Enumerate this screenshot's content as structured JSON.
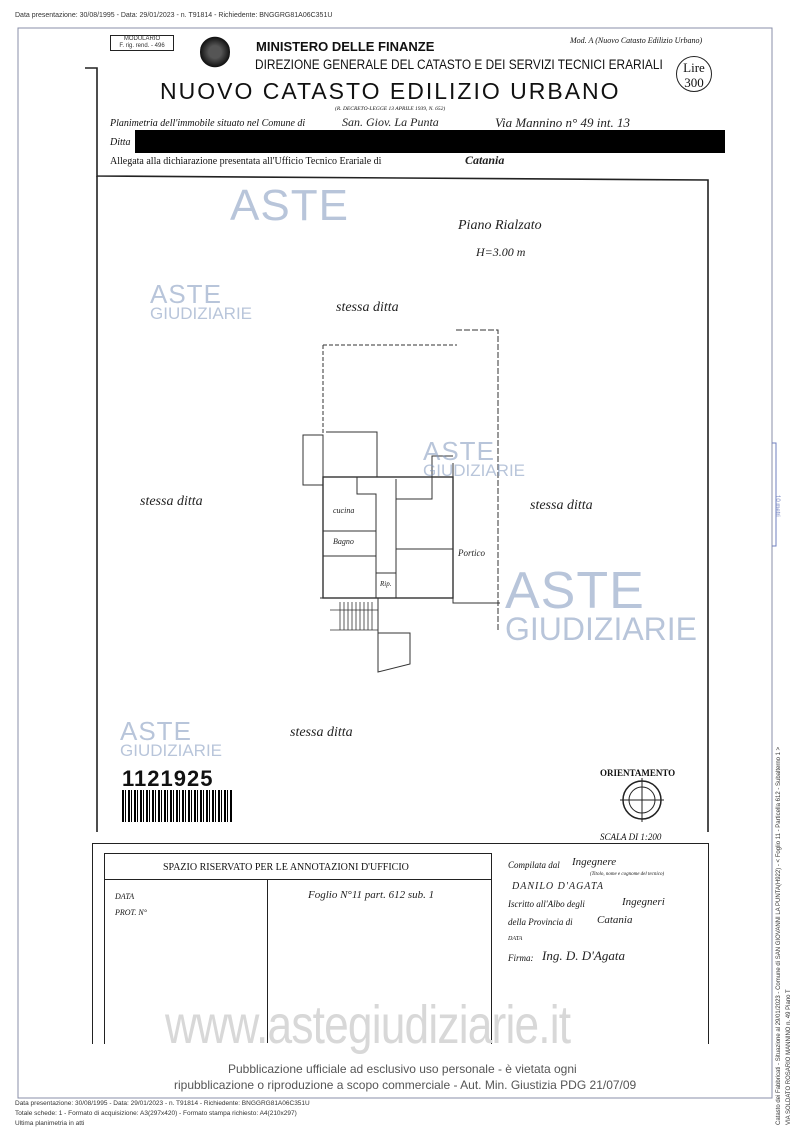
{
  "top_meta": "Data presentazione: 30/08/1995 - Data: 29/01/2023 - n. T91814 - Richiedente: BNGGRG81A06C351U",
  "header": {
    "modulario_line1": "MODULARIO",
    "modulario_line2": "F. rig. rend. - 496",
    "mod_label": "Mod. A (Nuovo Catasto Edilizio Urbano)",
    "ministry": "MINISTERO DELLE FINANZE",
    "directorate": "DIREZIONE GENERALE DEL CATASTO E DEI SERVIZI TECNICI ERARIALI",
    "title": "NUOVO CATASTO EDILIZIO URBANO",
    "decree": "(R. DECRETO-LEGGE 13 APRILE 1939, N. 652)",
    "price_line1": "Lire",
    "price_line2": "300",
    "emblem_icon": "italian-republic-emblem"
  },
  "form": {
    "planimetria_label": "Planimetria dell'immobile situato nel Comune di",
    "comune": "San. Giov. La Punta",
    "via": "Via Mannino n° 49 int. 13",
    "ditta_label": "Ditta",
    "allegata_label": "Allegata alla dichiarazione presentata all'Ufficio Tecnico Erariale di",
    "ufficio": "Catania"
  },
  "plan": {
    "floor": "Piano Rialzato",
    "height": "H=3.00 m",
    "neighbor_top": "stessa ditta",
    "neighbor_left": "stessa ditta",
    "neighbor_right": "stessa ditta",
    "neighbor_bottom": "stessa ditta",
    "rooms": [
      "cucina",
      "Bagno",
      "Rip.",
      "Portico"
    ],
    "orientation_label": "ORIENTAMENTO",
    "scale": "SCALA DI 1:200",
    "scale_marker": "10 metri",
    "barcode_number": "1121925"
  },
  "office": {
    "title": "SPAZIO RISERVATO PER LE ANNOTAZIONI D'UFFICIO",
    "data_label": "DATA",
    "prot_label": "PROT. N°",
    "annotation": "Foglio N°11 part. 612 sub. 1"
  },
  "compiler": {
    "compilata_label": "Compilata dal",
    "title_value": "Ingegnere",
    "title_hint": "(Titolo, nome e cognome del tecnico)",
    "name": "DANILO D'AGATA",
    "iscritto_label": "Iscritto all'Albo degli",
    "albo": "Ingegneri",
    "provincia_label": "della Provincia di",
    "provincia": "Catania",
    "data_label": "DATA",
    "firma_label": "Firma:",
    "firma": "Ing. D. D'Agata"
  },
  "watermarks": {
    "line1": "ASTE",
    "line2": "GIUDIZIARIE",
    "site": "www.astegiudiziarie.it"
  },
  "notice": {
    "line1": "Pubblicazione ufficiale ad esclusivo uso personale - è vietata ogni",
    "line2": "ripubblicazione o riproduzione a scopo commerciale - Aut. Min. Giustizia PDG 21/07/09"
  },
  "bottom_meta": {
    "line1": "Data presentazione: 30/08/1995 - Data: 29/01/2023 - n. T91814 - Richiedente: BNGGRG81A06C351U",
    "line2": "Totale schede: 1 - Formato di acquisizione: A3(297x420) - Formato stampa richiesto: A4(210x297)",
    "line3": "Ultima planimetria in atti"
  },
  "side_meta": {
    "line1": "Catasto dei Fabbricati - Situazione al 29/01/2023 - Comune di SAN GIOVANNI LA PUNTA(H922) - < Foglio 11 - Particella 612 - Subalterno 1 >",
    "line2": "VIA SOLDATO ROSARIO MANNINO n. 49 Piano T"
  }
}
